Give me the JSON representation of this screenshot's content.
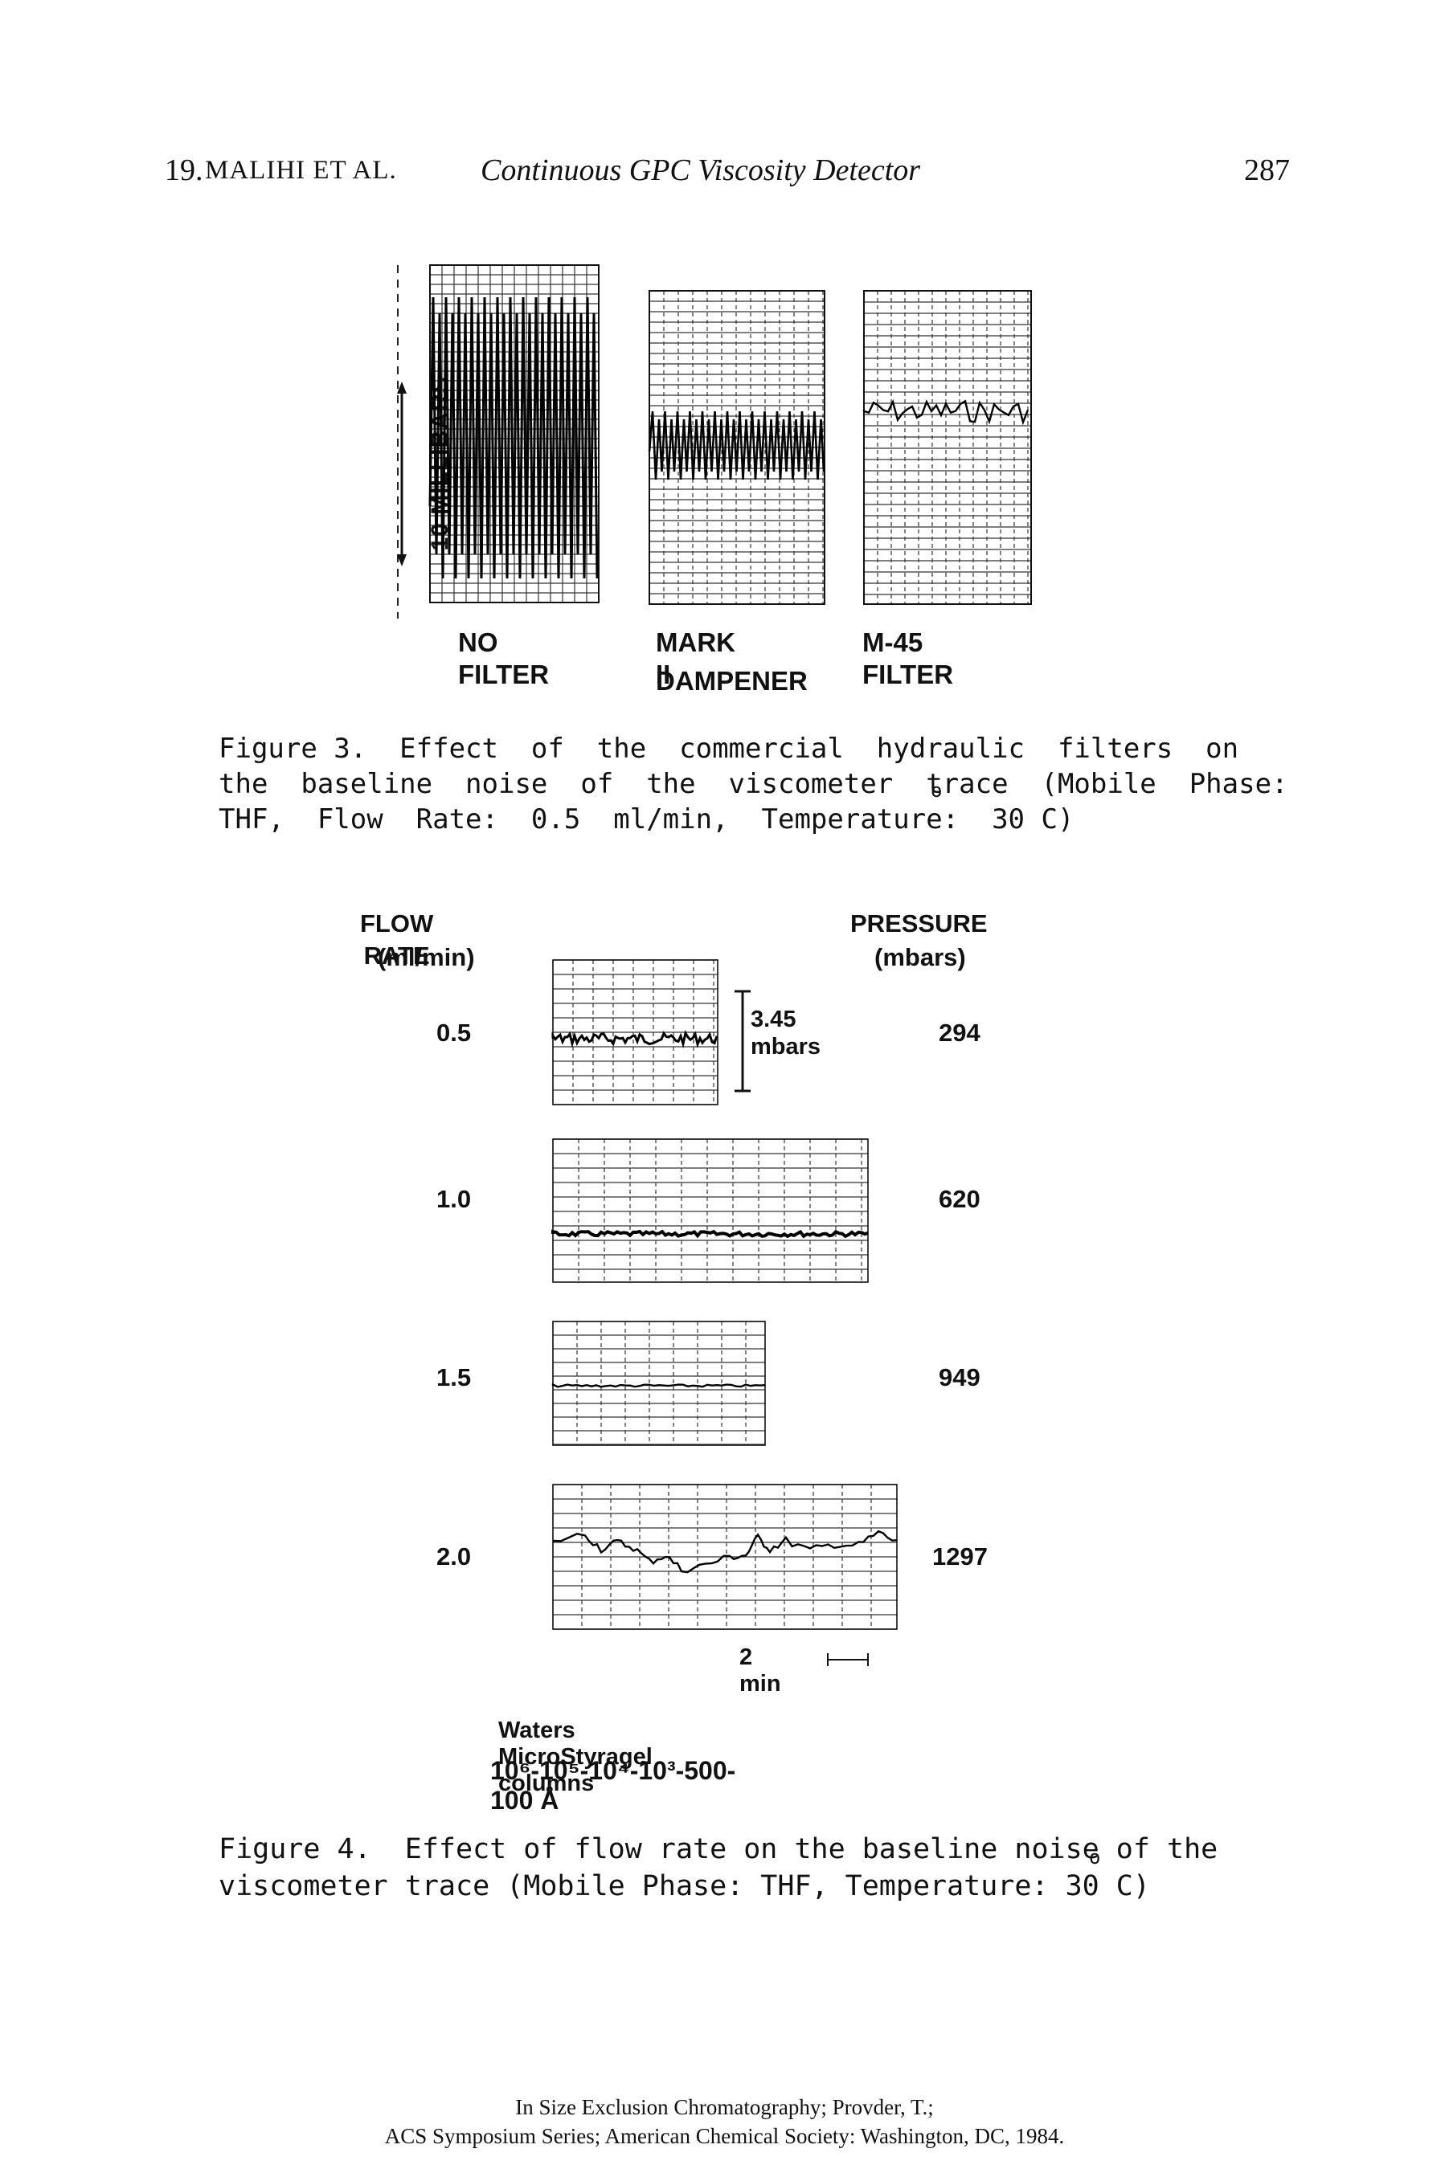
{
  "header": {
    "chapter": "19.",
    "authors": "MALIHI ET AL.",
    "title": "Continuous GPC Viscosity Detector",
    "page": "287"
  },
  "figure3": {
    "scale_label": "10 MILLIBARS",
    "panels": [
      {
        "label": "NO FILTER"
      },
      {
        "label_line1": "MARK II",
        "label_line2": "DAMPENER"
      },
      {
        "label": "M-45 FILTER"
      }
    ],
    "caption_lines": [
      "Figure 3.  Effect  of  the  commercial  hydraulic  filters  on",
      "the  baseline  noise  of  the  viscometer  trace  (Mobile  Phase:",
      "THF,  Flow  Rate:  0.5  ml/min,  Temperature:  30 C)"
    ],
    "caption_degree": "o"
  },
  "figure4": {
    "left_header_line1": "FLOW RATE",
    "left_header_line2": "(ml/min)",
    "right_header_line1": "PRESSURE",
    "right_header_line2": "(mbars)",
    "scale_bar_line1": "3.45",
    "scale_bar_line2": "mbars",
    "time_label": "2 min",
    "rows": [
      {
        "flow_rate": "0.5",
        "pressure": "294"
      },
      {
        "flow_rate": "1.0",
        "pressure": "620"
      },
      {
        "flow_rate": "1.5",
        "pressure": "949"
      },
      {
        "flow_rate": "2.0",
        "pressure": "1297"
      }
    ],
    "columns_line1": "Waters MicroStyragel columns",
    "columns_line2": "10⁶-10⁵-10⁴-10³-500-100 Å",
    "caption_lines": [
      "Figure 4.  Effect of flow rate on the baseline noise of the",
      "viscometer trace (Mobile Phase: THF, Temperature: 30 C)"
    ],
    "caption_degree": "o"
  },
  "footer": {
    "line1": "In Size Exclusion Chromatography; Provder, T.;",
    "line2": "ACS Symposium Series; American Chemical Society: Washington, DC, 1984."
  }
}
